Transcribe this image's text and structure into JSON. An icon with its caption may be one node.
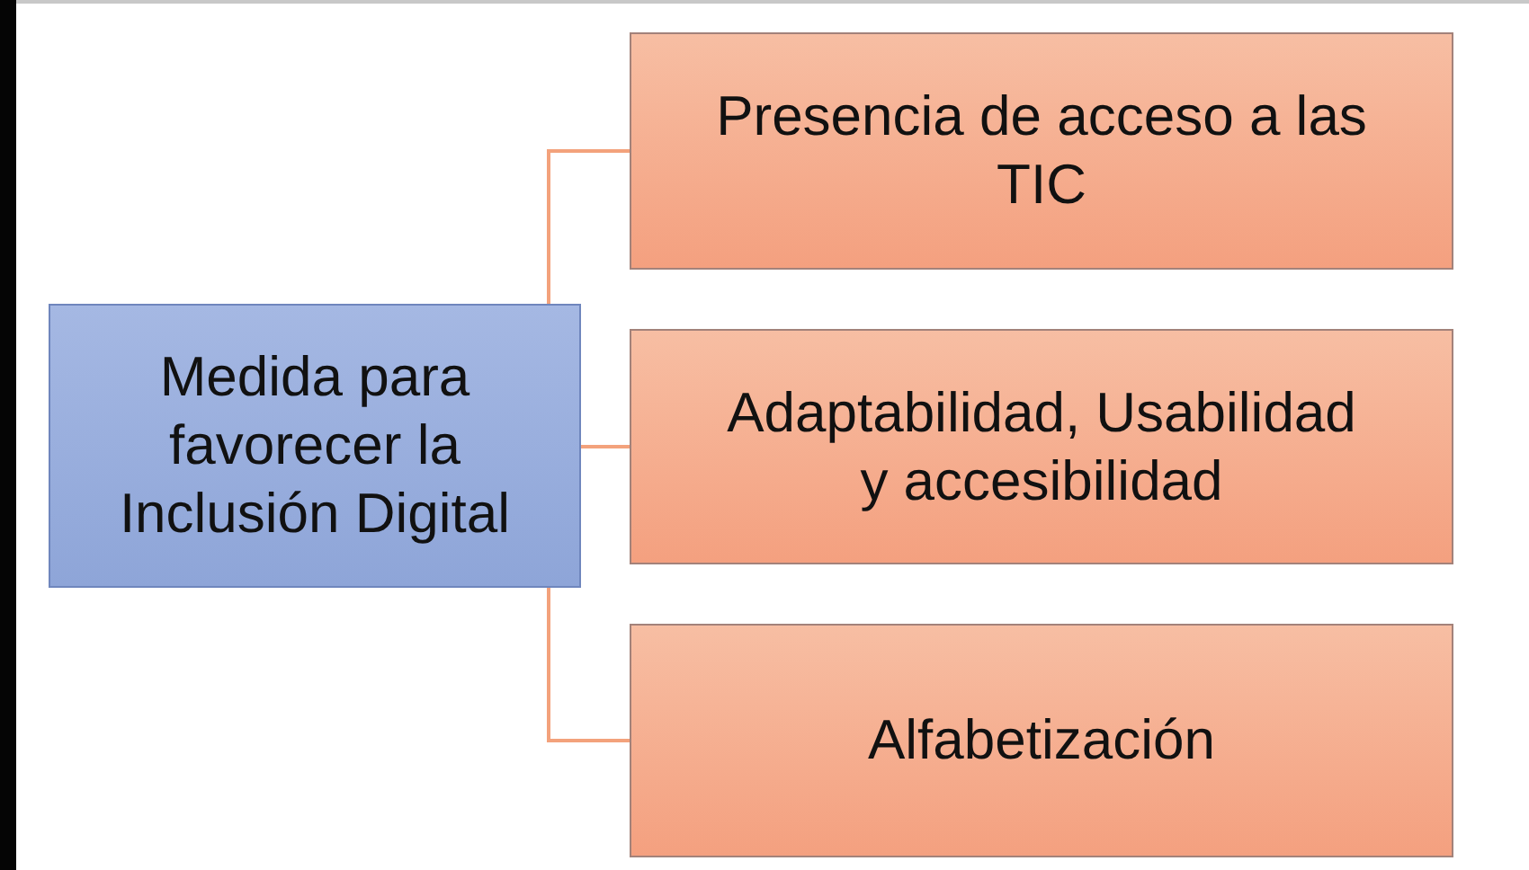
{
  "diagram": {
    "nodes": [
      {
        "text": [
          "Medida para favorecer la Inclusión Digital"
        ]
      },
      {
        "text": [
          "Presencia de acceso a las TIC"
        ]
      },
      {
        "text": [
          "Adaptabilidad, Usabilidad y accesibilidad"
        ]
      },
      {
        "text": [
          "Alfabetización"
        ]
      }
    ],
    "edges": [
      {
        "from": 0,
        "to": 1,
        "arrow": "none"
      },
      {
        "from": 0,
        "to": 2,
        "arrow": "none"
      },
      {
        "from": 0,
        "to": 3,
        "arrow": "none"
      }
    ]
  }
}
